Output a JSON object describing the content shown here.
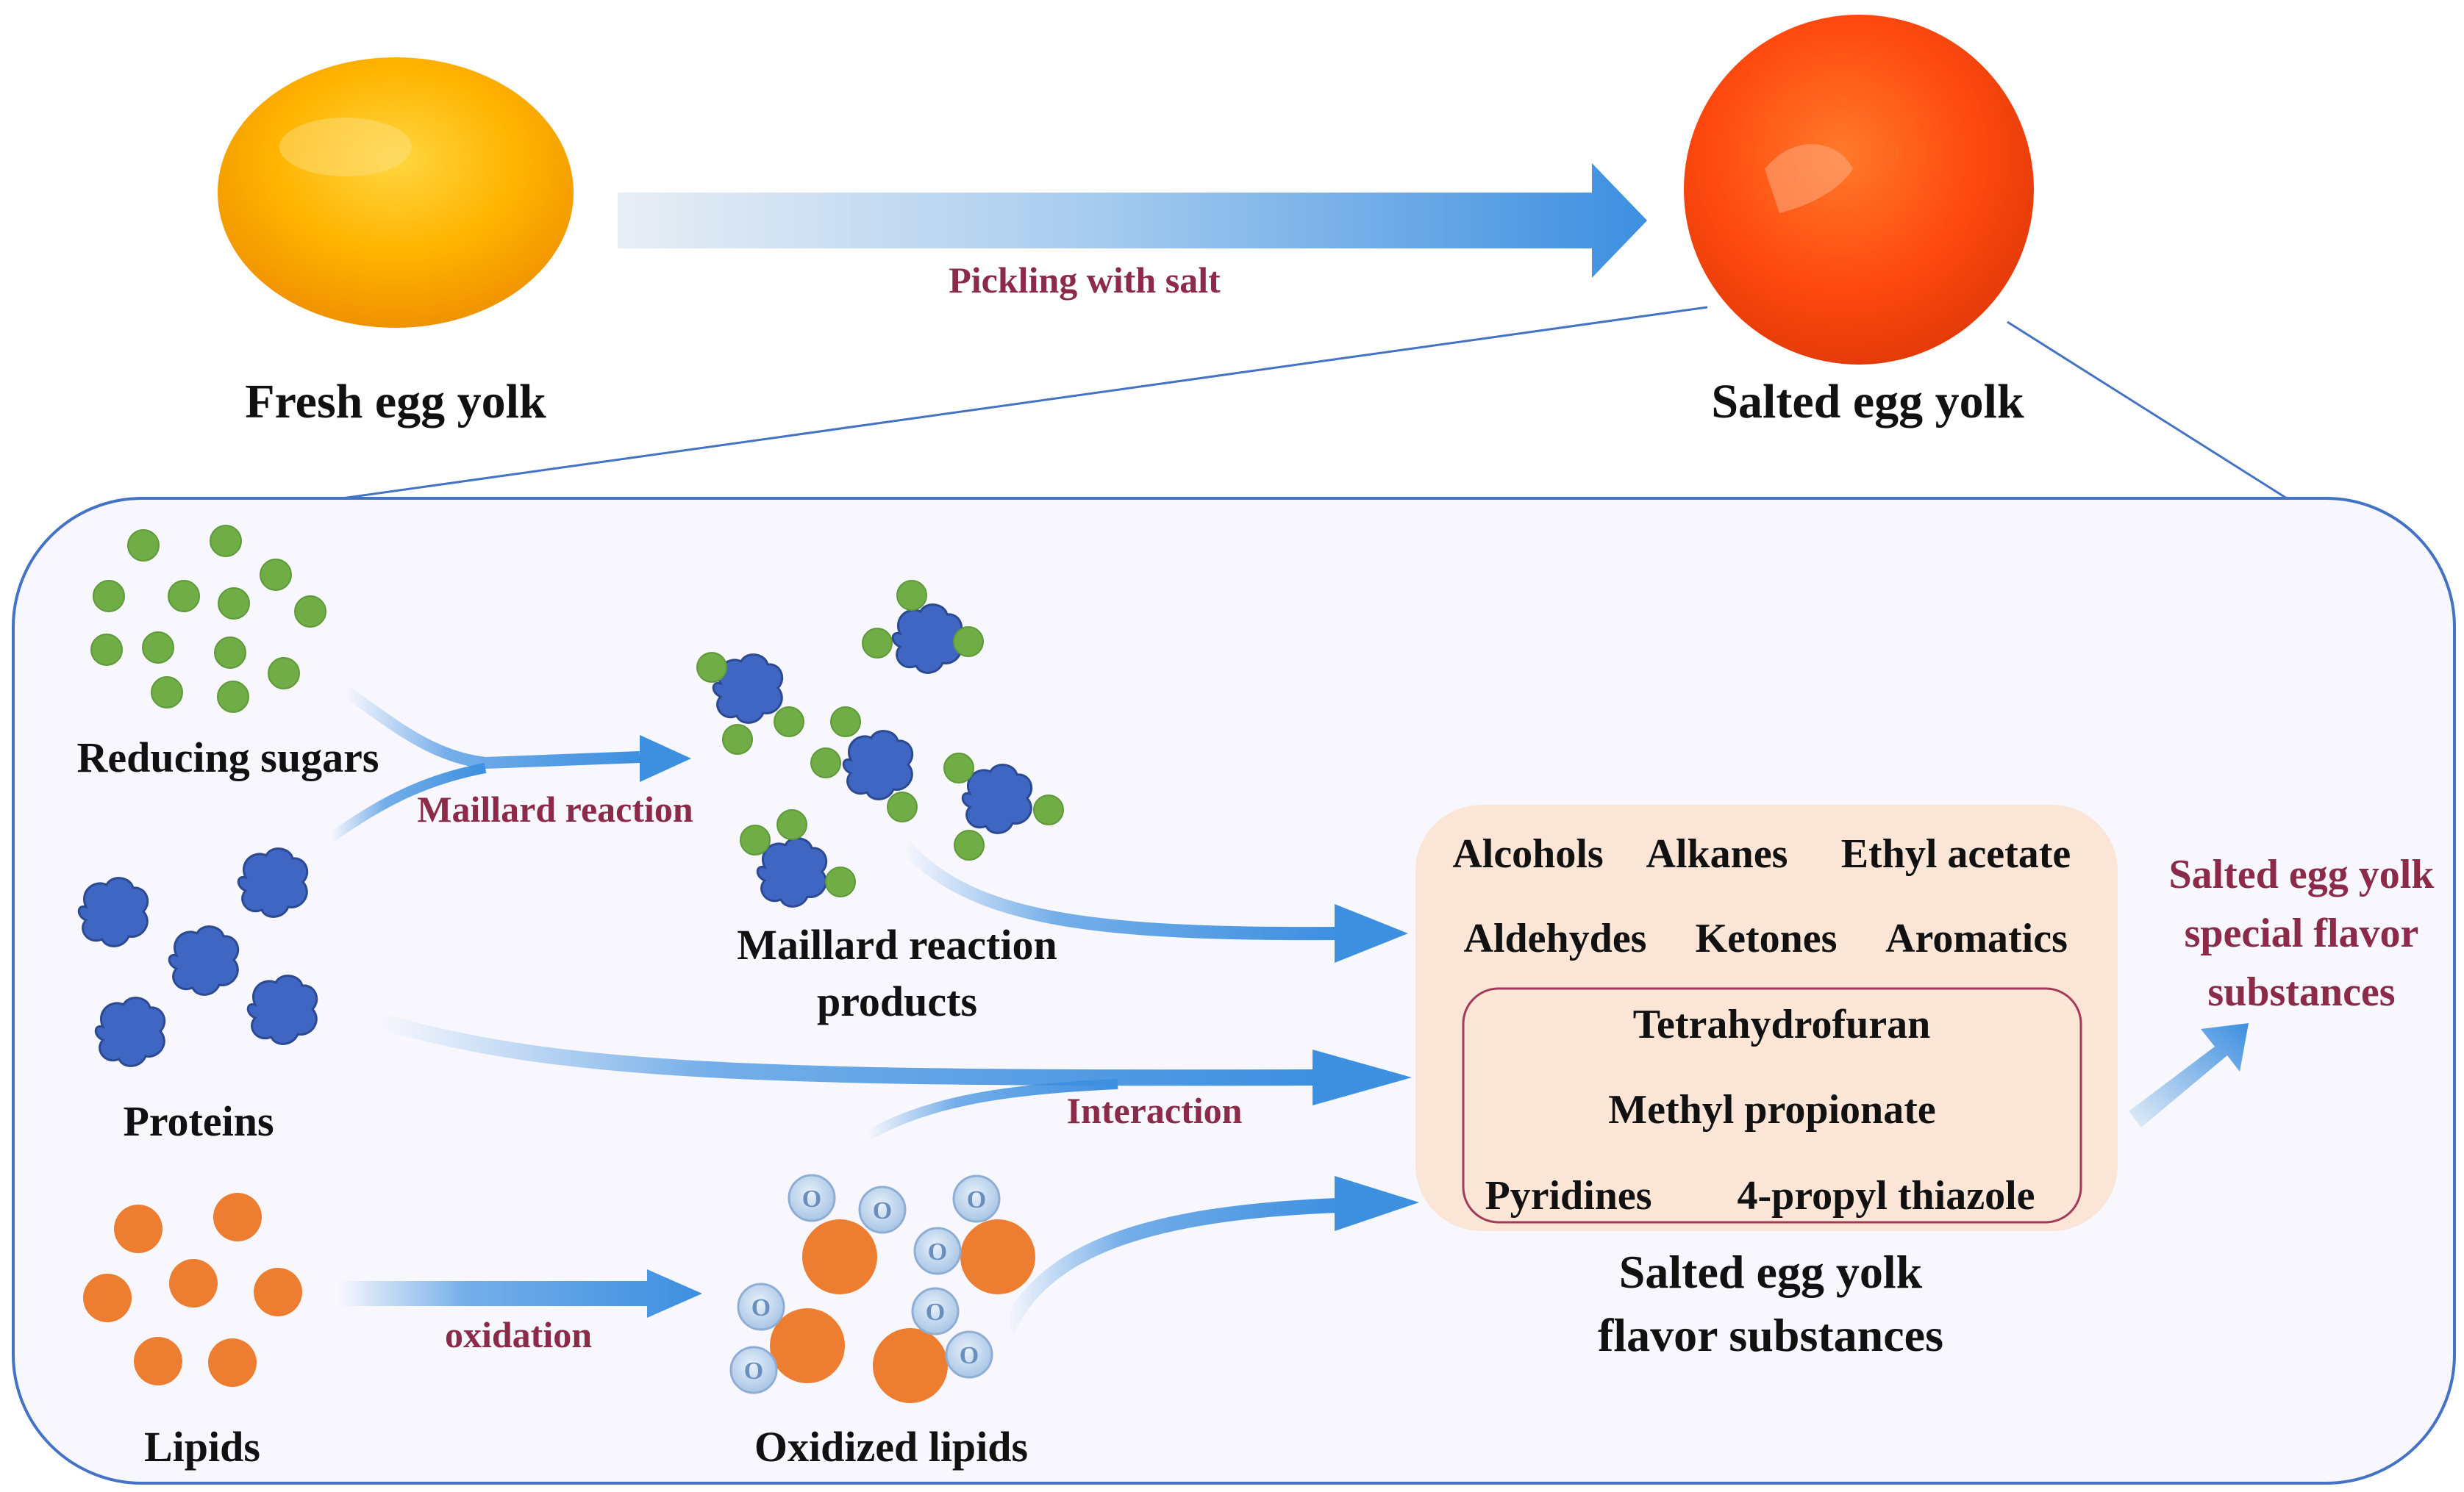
{
  "top": {
    "fresh_label": "Fresh egg yolk",
    "salted_label": "Salted egg yolk",
    "process_label": "Pickling with salt"
  },
  "panel": {
    "reducing_sugars": "Reducing sugars",
    "proteins": "Proteins",
    "lipids": "Lipids",
    "maillard_reaction": "Maillard reaction",
    "maillard_products_line1": "Maillard reaction",
    "maillard_products_line2": "products",
    "interaction": "Interaction",
    "oxidation": "oxidation",
    "oxidized_lipids": "Oxidized lipids",
    "oxygen_symbol": "O"
  },
  "flavor_box": {
    "row1": [
      "Alcohols",
      "Alkanes",
      "Ethyl acetate"
    ],
    "row2": [
      "Aldehydes",
      "Ketones",
      "Aromatics"
    ],
    "special": [
      "Tetrahydrofuran",
      "Methyl propionate",
      "Pyridines",
      "4-propyl thiazole"
    ],
    "caption_line1": "Salted egg yolk",
    "caption_line2": "flavor substances"
  },
  "result": {
    "line1": "Salted egg yolk",
    "line2": "special flavor",
    "line3": "substances"
  },
  "colors": {
    "panel_border": "#4472c4",
    "panel_fill": "#f7f7fd",
    "arrow_blue": "#3d8fe0",
    "sugar_green": "#70ad47",
    "protein_blue": "#3f66c2",
    "lipid_orange": "#ed7d31",
    "oxygen_bubble": "#bdd7ee",
    "flavor_box_fill": "#fbe5d6",
    "special_border": "#a33a5a",
    "label_dark": "#111111",
    "label_wine": "#8c2a4a",
    "fresh_yolk": "#ffb400",
    "salted_yolk": "#ff4a10"
  }
}
